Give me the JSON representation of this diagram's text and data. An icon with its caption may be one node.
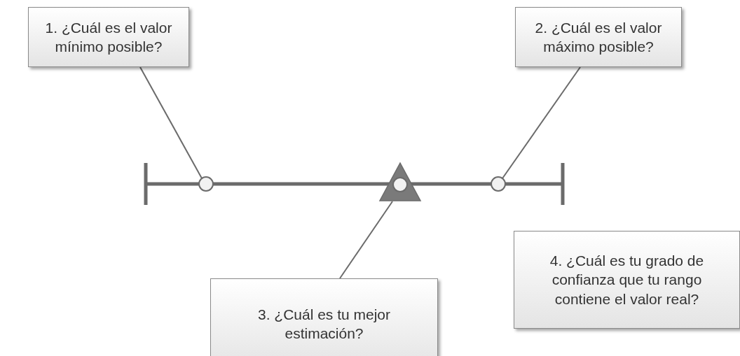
{
  "diagram": {
    "nodes": [
      {
        "text": [
          "1. ¿Cuál es el valor mínimo posible?"
        ]
      },
      {
        "text": [
          "2. ¿Cuál es el valor máximo posible?"
        ]
      },
      {
        "text": [],
        "shape": "circle"
      },
      {
        "text": [],
        "shape": "triangle"
      },
      {
        "text": [],
        "shape": "circle"
      },
      {
        "text": [
          "3. ¿Cuál es tu mejor estimación?"
        ]
      },
      {
        "text": [
          "4. ¿Cuál es tu grado de confianza que tu rango contiene el valor real?"
        ]
      }
    ],
    "edges": [
      {
        "from": 0,
        "to": 2,
        "arrow": "none"
      },
      {
        "from": 1,
        "to": 4,
        "arrow": "none"
      },
      {
        "from": 5,
        "to": 3,
        "arrow": "none"
      }
    ]
  }
}
